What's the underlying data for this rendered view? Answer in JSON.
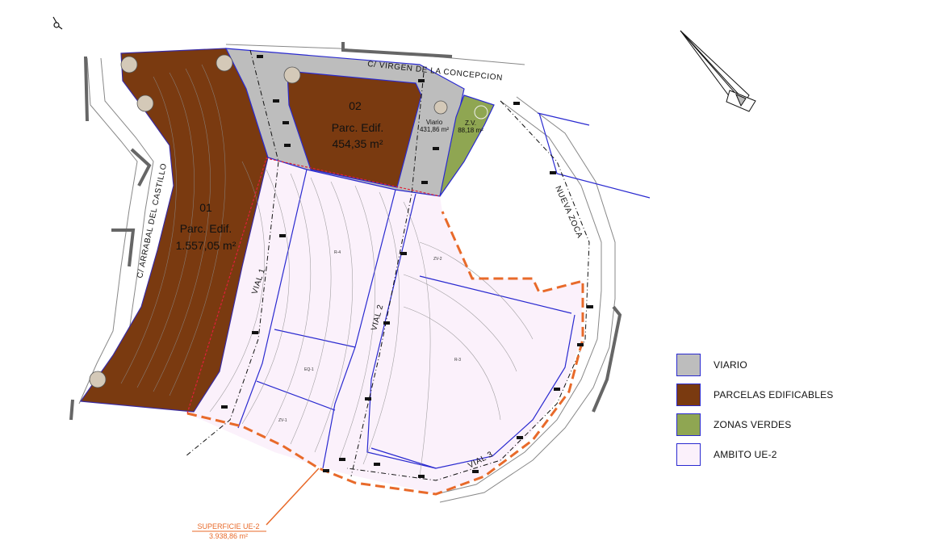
{
  "streets": {
    "top": "C/ VIRGEN DE LA CONCEPCION",
    "left": "C/ ARRABAL DEL CASTILLO",
    "right": "NUEVA ZOCA",
    "vial1": "VIAL 1",
    "vial2": "VIAL 2",
    "vial3": "VIAL 3"
  },
  "parcels": {
    "p01": {
      "number": "01",
      "label": "Parc. Edif.",
      "area": "1.557,05 m²"
    },
    "p02": {
      "number": "02",
      "label": "Parc. Edif.",
      "area": "454,35 m²"
    },
    "viario": {
      "label": "Viario",
      "area": "431,86 m²"
    },
    "zv": {
      "label": "Z.V.",
      "area": "88,18 m²"
    }
  },
  "zones": {
    "r4": "R-4",
    "r3": "R-3",
    "eq": "EQ-1",
    "zv2": "ZV-2",
    "zv1": "ZV-1"
  },
  "callout": {
    "title": "SUPERFICIE UE-2",
    "value": "3.938,86 m²"
  },
  "legend": [
    {
      "label": "VIARIO",
      "color": "#bdbdbd"
    },
    {
      "label": "PARCELAS EDIFICABLES",
      "color": "#7a3a10"
    },
    {
      "label": "ZONAS VERDES",
      "color": "#8fa652"
    },
    {
      "label": "AMBITO UE-2",
      "color": "#fbf1fb"
    }
  ],
  "colors": {
    "edificable": "#7a3a10",
    "viario": "#bdbdbd",
    "verde": "#8fa652",
    "ambito": "#fbf1fb",
    "boundary": "#e86a2a",
    "lines": "#2a2ad0"
  }
}
